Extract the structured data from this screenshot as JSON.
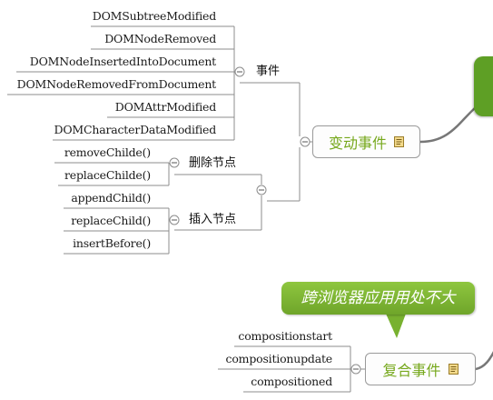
{
  "nodes": {
    "mutation_event": "变动事件",
    "composition_event": "复合事件",
    "event_group": "事件",
    "delete_nodes": "删除节点",
    "insert_nodes": "插入节点",
    "callout": "跨浏览器应用用处不大"
  },
  "event_leaves": [
    "DOMSubtreeModified",
    "DOMNodeRemoved",
    "DOMNodeInsertedIntoDocument",
    "DOMNodeRemovedFromDocument",
    "DOMAttrModified",
    "DOMCharacterDataModified"
  ],
  "delete_leaves": [
    "removeChilde()",
    "replaceChilde()"
  ],
  "insert_leaves": [
    "appendChild()",
    "replaceChild()",
    "insertBefore()"
  ],
  "composition_leaves": [
    "compositionstart",
    "compositionupdate",
    "compositioned"
  ],
  "colors": {
    "topic_text": "#76a81c",
    "root_green": "#5e9f25",
    "callout_green": "#7cb733",
    "line": "#8c8c8c"
  },
  "icons": [
    "collapse-icon",
    "note-icon"
  ]
}
